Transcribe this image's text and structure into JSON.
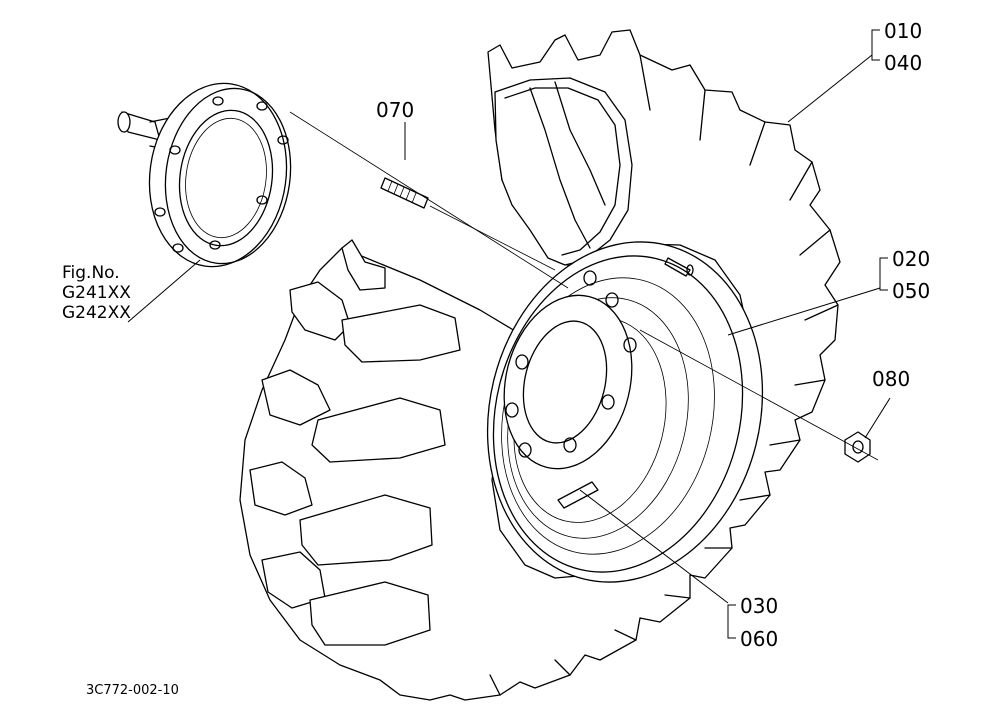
{
  "labels": {
    "part_010": "010",
    "part_040": "040",
    "part_020": "020",
    "part_050": "050",
    "part_030": "030",
    "part_060": "060",
    "part_070": "070",
    "part_080": "080"
  },
  "fig_ref": {
    "line1": "Fig.No.",
    "line2": "G241XX",
    "line3": "G242XX"
  },
  "drawing_code": "3C772-002-10"
}
